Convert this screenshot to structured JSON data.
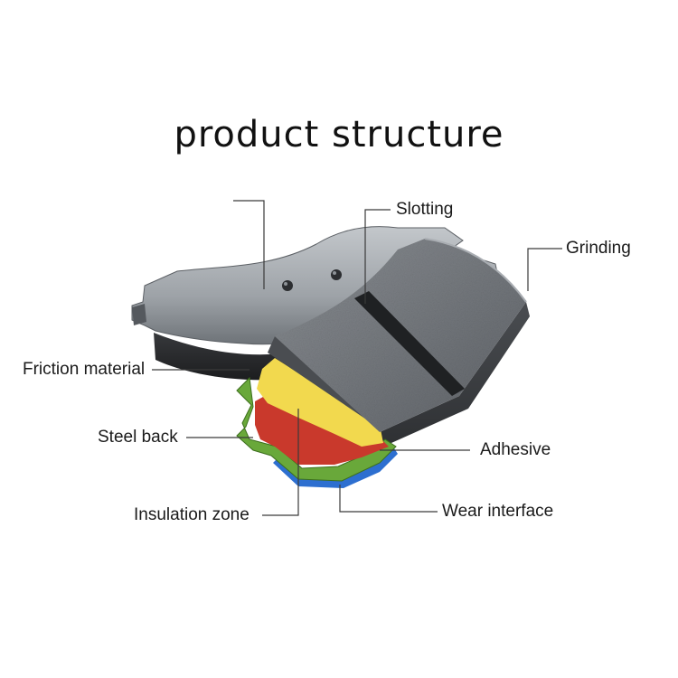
{
  "title": "product structure",
  "labels": {
    "slotting": "Slotting",
    "grinding": "Grinding",
    "friction_material": "Friction material",
    "steel_back": "Steel back",
    "adhesive": "Adhesive",
    "insulation_zone": "Insulation zone",
    "wear_interface": "Wear interface"
  },
  "colors": {
    "backing_plate": "#9ea3a8",
    "friction_block": "#6f7378",
    "yellow_layer": "#f2d94e",
    "red_layer": "#c9392c",
    "green_layer": "#69a83a",
    "blue_edge": "#2d6fd0",
    "leader_line": "#3a3a3a"
  }
}
